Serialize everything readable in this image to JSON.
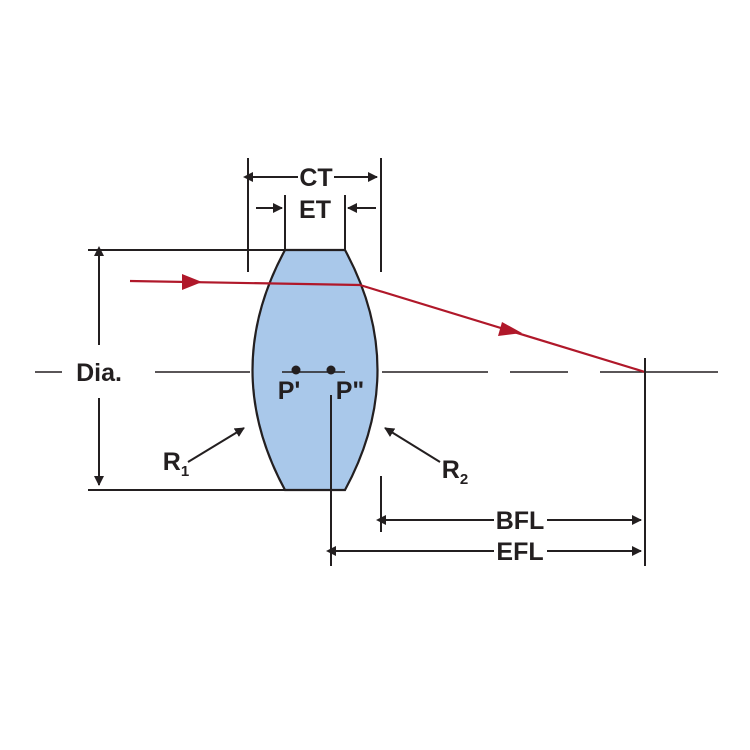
{
  "labels": {
    "ct": "CT",
    "et": "ET",
    "dia": "Dia.",
    "p1": "P'",
    "p2": "P\"",
    "r1_main": "R",
    "r1_sub": "1",
    "r2_main": "R",
    "r2_sub": "2",
    "bfl": "BFL",
    "efl": "EFL"
  },
  "colors": {
    "lens_fill": "#a9c8ea",
    "lens_stroke": "#231f20",
    "ray": "#b0182a",
    "line": "#231f20"
  }
}
